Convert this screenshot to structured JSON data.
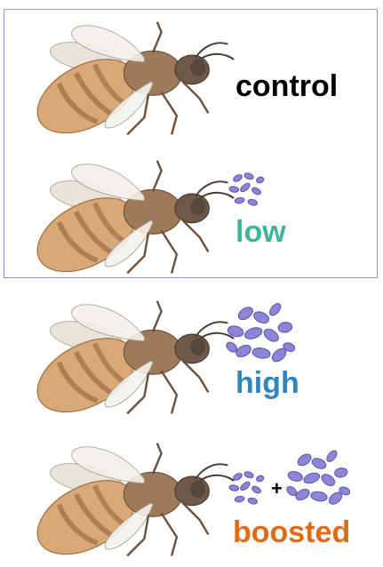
{
  "panels": [
    {
      "label": "control",
      "color": "#000000",
      "bacteria": "none"
    },
    {
      "label": "low",
      "color": "#3db895",
      "bacteria": "small-cluster"
    },
    {
      "label": "high",
      "color": "#2f86bf",
      "bacteria": "large-cluster"
    },
    {
      "label": "boosted",
      "color": "#e06a16",
      "bacteria": "small-plus-large-cluster"
    }
  ],
  "plus_sign": "+",
  "colors": {
    "frame": "#8e93c9",
    "bacteria": "#8b86d6",
    "bacteria_outline": "#5e58b0"
  },
  "icons": [
    "bee-illustration",
    "bacteria-cluster-icon"
  ]
}
